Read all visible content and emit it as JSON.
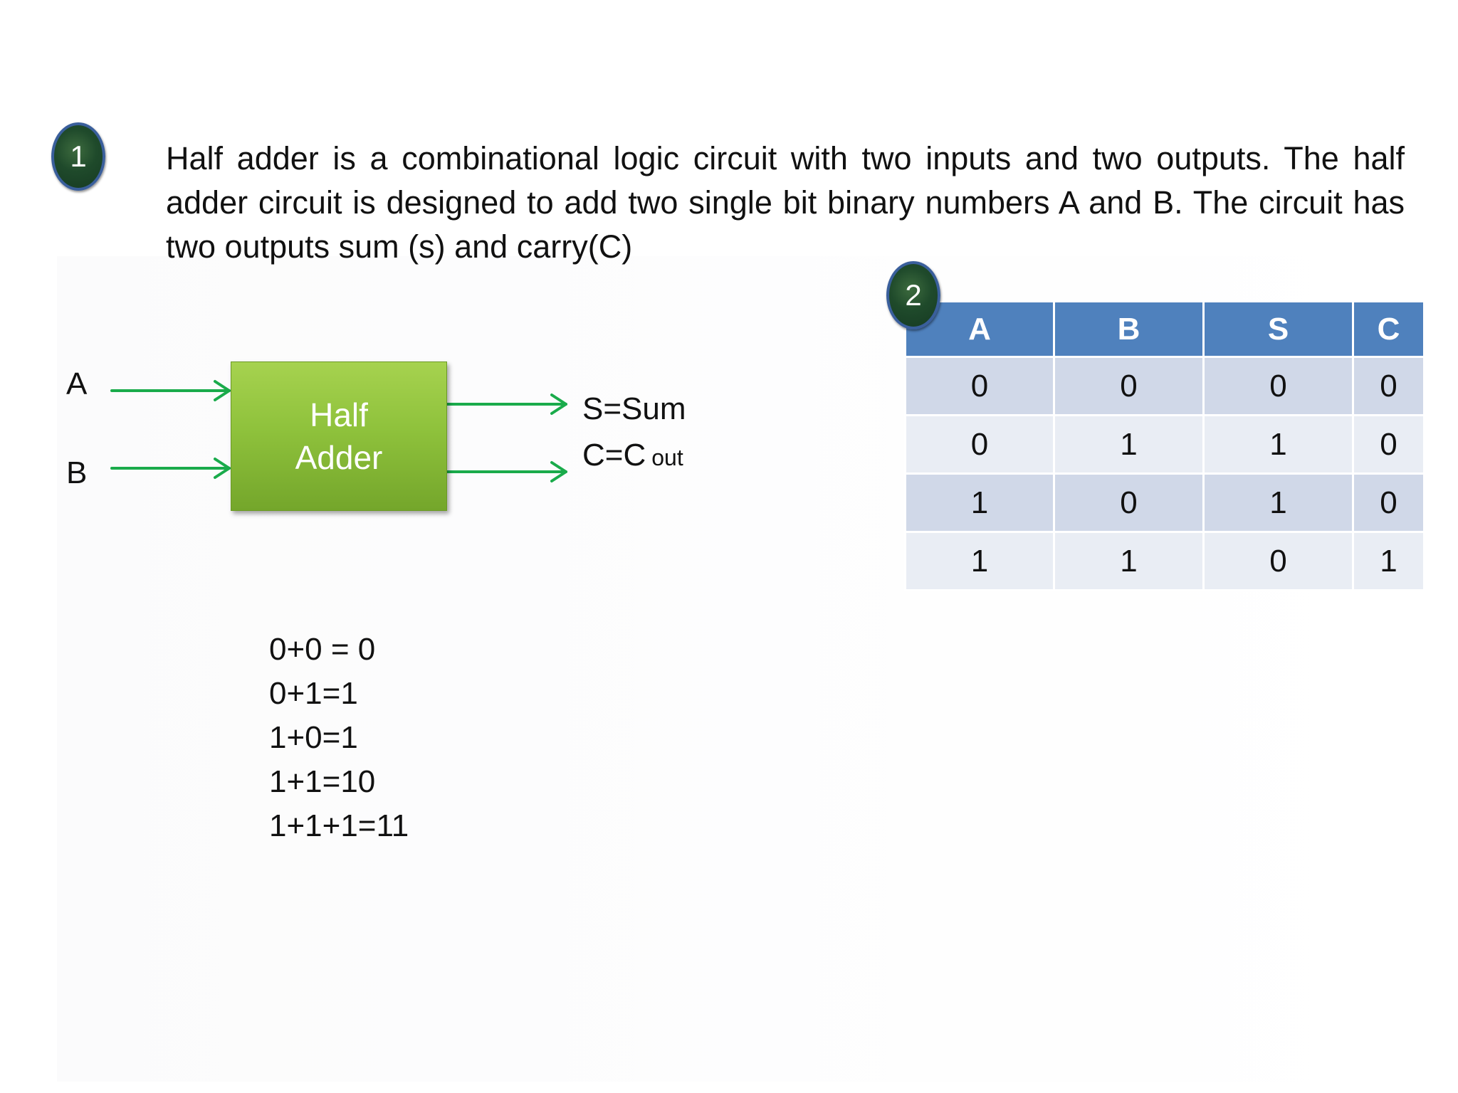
{
  "badges": {
    "first": "1",
    "second": "2"
  },
  "intro": {
    "text": "Half adder is a combinational logic circuit with two inputs and two outputs. The half adder circuit is designed to add two single bit binary numbers A and B. The circuit has two outputs sum (s) and carry(C)"
  },
  "diagram": {
    "input_a": "A",
    "input_b": "B",
    "block_line1": "Half",
    "block_line2": "Adder",
    "output_sum": "S=Sum",
    "output_carry_main": "C=C",
    "output_carry_sub": "out",
    "arrow_color": "#1aab4b",
    "block_color": "#8fc23c"
  },
  "truth_table": {
    "headers": [
      "A",
      "B",
      "S",
      "C"
    ],
    "rows": [
      [
        "0",
        "0",
        "0",
        "0"
      ],
      [
        "0",
        "1",
        "1",
        "0"
      ],
      [
        "1",
        "0",
        "1",
        "0"
      ],
      [
        "1",
        "1",
        "0",
        "1"
      ]
    ],
    "header_color": "#4f81bd"
  },
  "examples": [
    "0+0 = 0",
    "0+1=1",
    "1+0=1",
    "1+1=10",
    "1+1+1=11"
  ]
}
